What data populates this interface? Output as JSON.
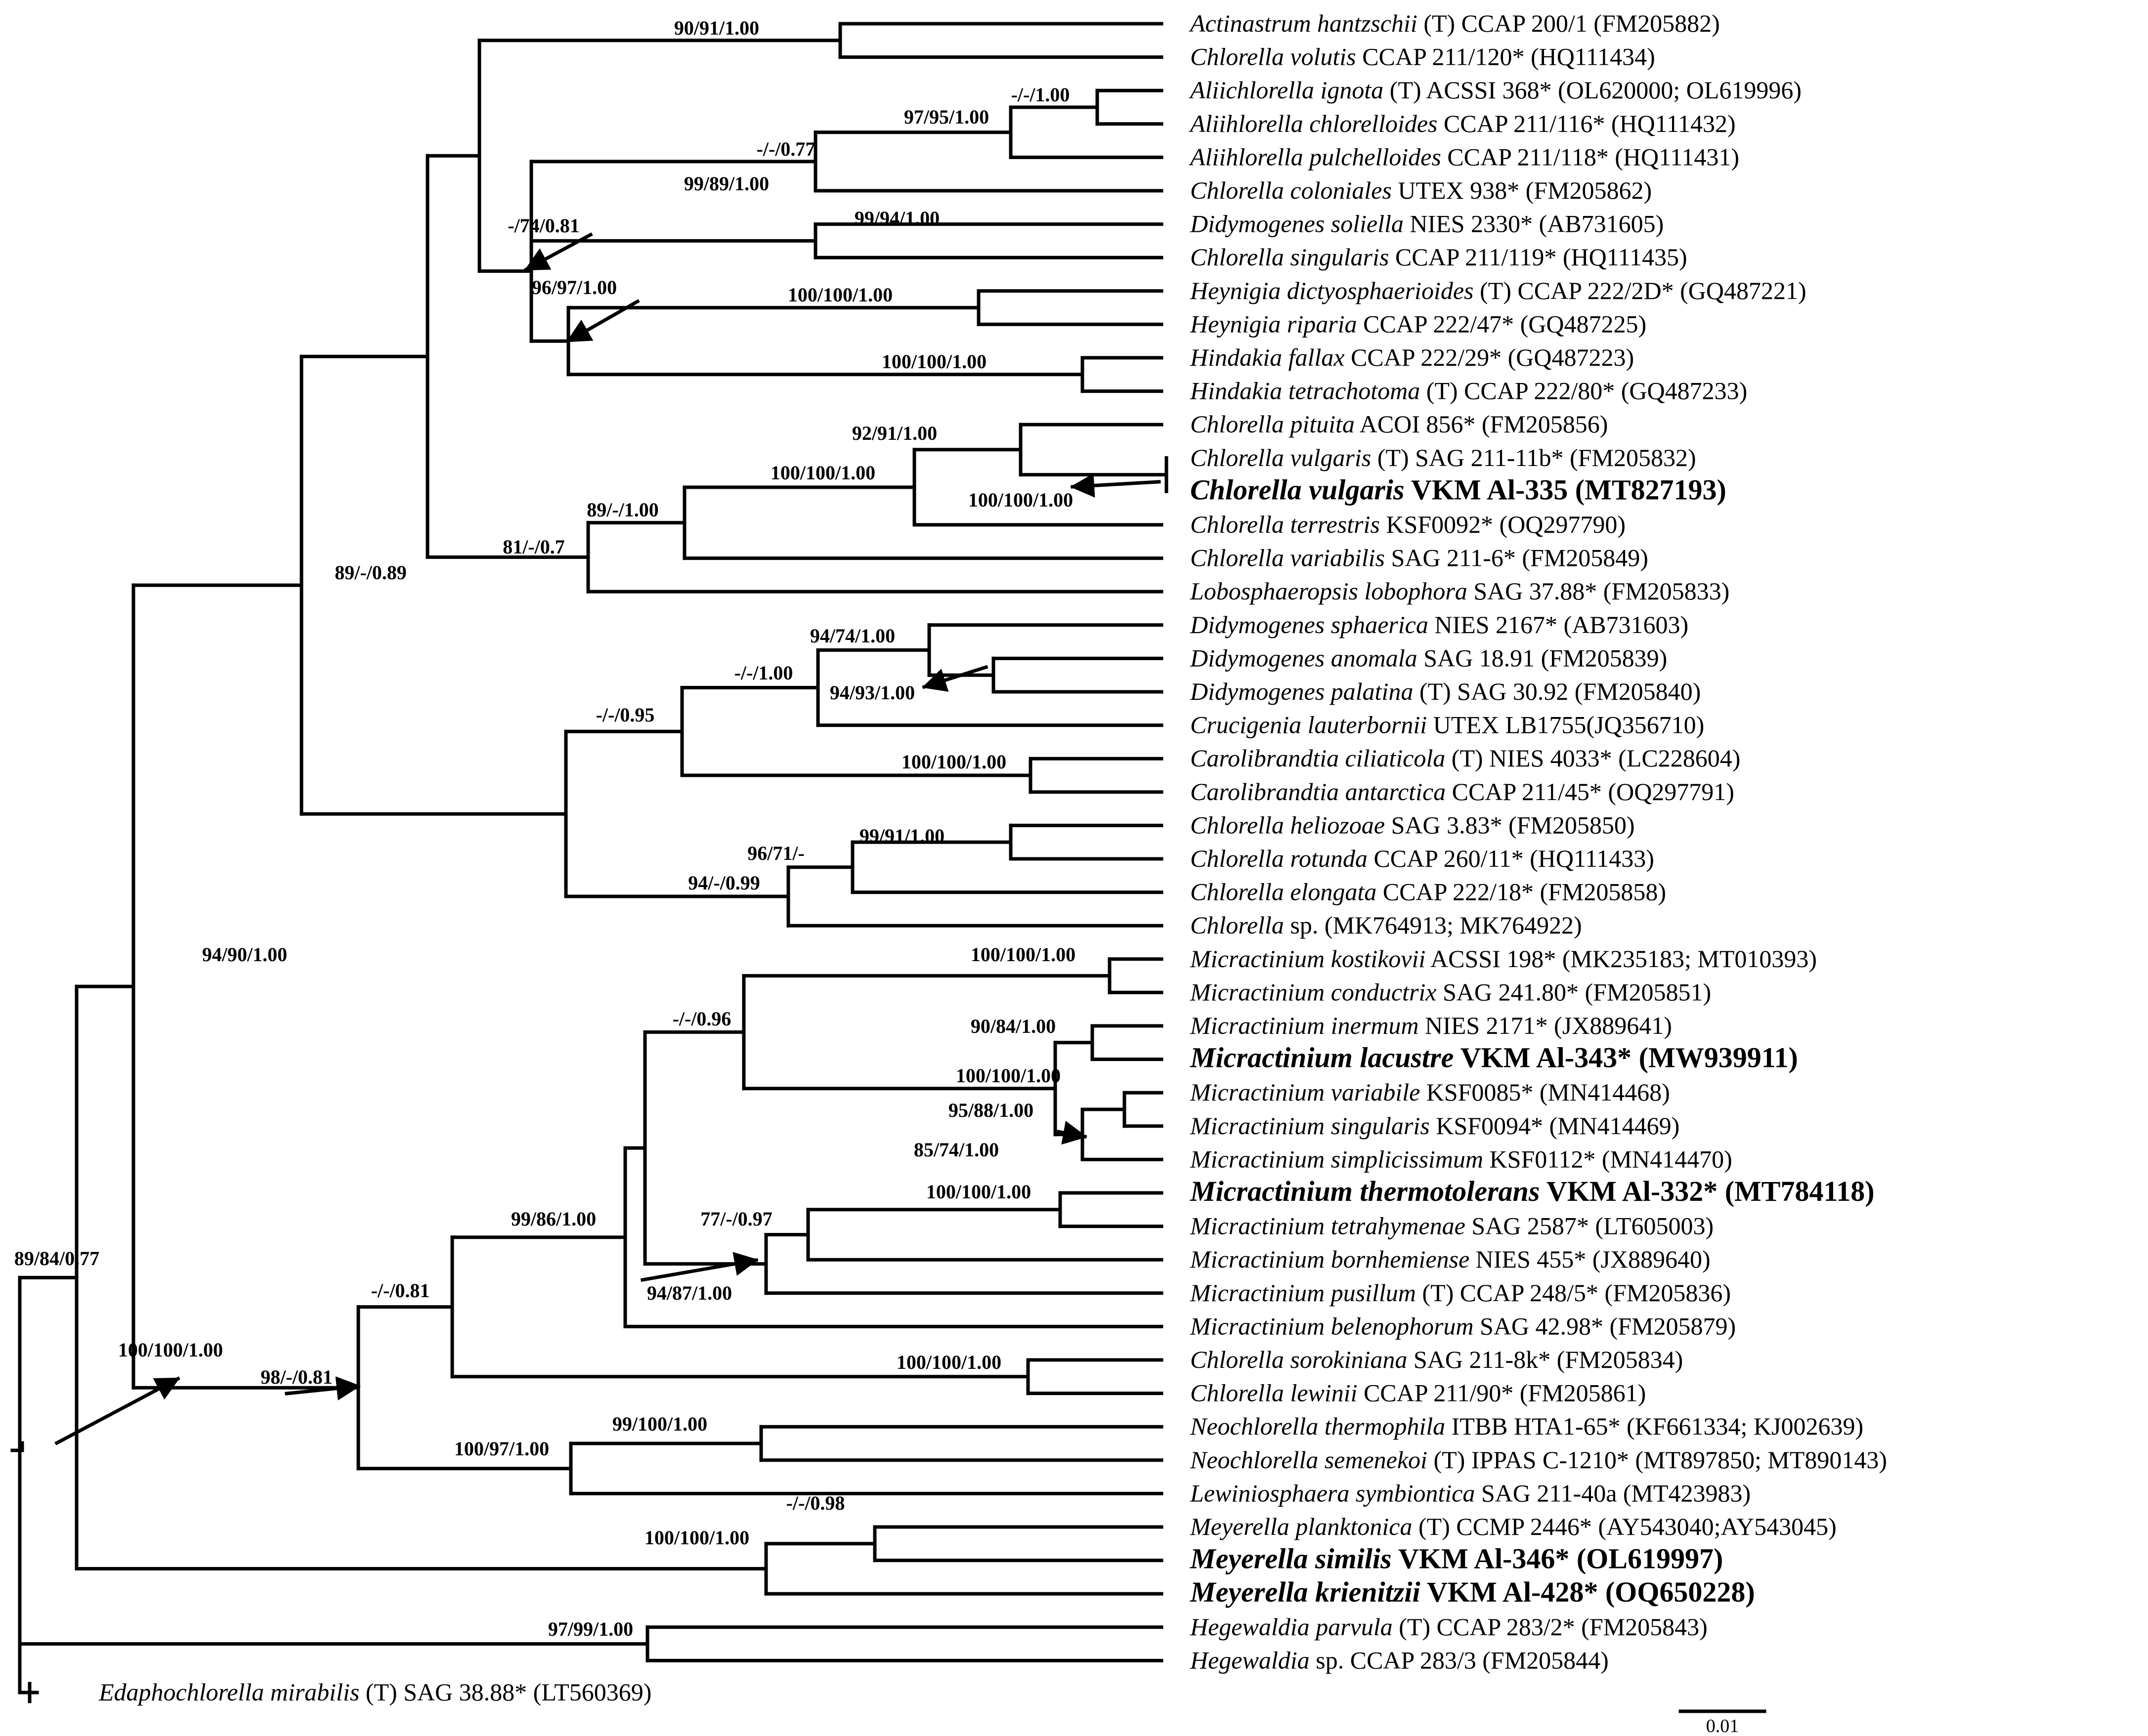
{
  "tree": {
    "leaves": [
      {
        "genus": "Actinastrum hantzschii",
        "rest": " (T) CCAP 200/1 (FM205882)",
        "hl": false
      },
      {
        "genus": "Chlorella volutis",
        "rest": " CCAP 211/120* (HQ111434)",
        "hl": false
      },
      {
        "genus": "Aliichlorella ignota",
        "rest": " (T) ACSSI 368* (OL620000; OL619996)",
        "hl": false
      },
      {
        "genus": "Aliihlorella chlorelloides",
        "rest": " CCAP 211/116* (HQ111432)",
        "hl": false
      },
      {
        "genus": "Aliihlorella pulchelloides",
        "rest": " CCAP 211/118* (HQ111431)",
        "hl": false
      },
      {
        "genus": "Chlorella coloniales",
        "rest": " UTEX 938* (FM205862)",
        "hl": false
      },
      {
        "genus": "Didymogenes soliella",
        "rest": " NIES 2330* (AB731605)",
        "hl": false
      },
      {
        "genus": "Chlorella singularis",
        "rest": " CCAP 211/119* (HQ111435)",
        "hl": false
      },
      {
        "genus": "Heynigia dictyosphaerioides",
        "rest": " (T) CCAP 222/2D* (GQ487221)",
        "hl": false
      },
      {
        "genus": "Heynigia riparia",
        "rest": " CCAP 222/47* (GQ487225)",
        "hl": false
      },
      {
        "genus": "Hindakia fallax",
        "rest": " CCAP 222/29* (GQ487223)",
        "hl": false
      },
      {
        "genus": "Hindakia tetrachotoma",
        "rest": "  (T) CCAP 222/80* (GQ487233)",
        "hl": false
      },
      {
        "genus": "Chlorella pituita",
        "rest": " ACOI 856* (FM205856)",
        "hl": false
      },
      {
        "genus": "Chlorella vulgaris",
        "rest": " (T) SAG 211-11b* (FM205832)",
        "hl": false
      },
      {
        "genus": "Chlorella vulgaris",
        "rest": " VKM Al-335 (MT827193)",
        "hl": true
      },
      {
        "genus": "Chlorella terrestris",
        "rest": " KSF0092* (OQ297790)",
        "hl": false
      },
      {
        "genus": "Chlorella variabilis",
        "rest": " SAG 211-6* (FM205849)",
        "hl": false
      },
      {
        "genus": "Lobosphaeropsis lobophora",
        "rest": " SAG 37.88* (FM205833)",
        "hl": false
      },
      {
        "genus": "Didymogenes sphaerica",
        "rest": " NIES 2167* (AB731603)",
        "hl": false
      },
      {
        "genus": "Didymogenes anomala",
        "rest": " SAG 18.91 (FM205839)",
        "hl": false
      },
      {
        "genus": "Didymogenes palatina",
        "rest": " (T) SAG 30.92 (FM205840)",
        "hl": false
      },
      {
        "genus": "Crucigenia lauterbornii",
        "rest": " UTEX LB1755(JQ356710)",
        "hl": false
      },
      {
        "genus": "Carolibrandtia ciliaticola",
        "rest": " (T) NIES 4033* (LC228604)",
        "hl": false
      },
      {
        "genus": "Carolibrandtia antarctica",
        "rest": " CCAP 211/45* (OQ297791)",
        "hl": false
      },
      {
        "genus": "Chlorella heliozoae",
        "rest": " SAG 3.83* (FM205850)",
        "hl": false
      },
      {
        "genus": "Chlorella rotunda",
        "rest": " CCAP 260/11* (HQ111433)",
        "hl": false
      },
      {
        "genus": "Chlorella elongata",
        "rest": " CCAP 222/18* (FM205858)",
        "hl": false
      },
      {
        "genus": "Chlorella",
        "rest": " sp. (MK764913; MK764922)",
        "hl": false
      },
      {
        "genus": "Micractinium kostikovii",
        "rest": "  ACSSI 198* (MK235183; MT010393)",
        "hl": false
      },
      {
        "genus": "Micractinium conductrix",
        "rest": " SAG 241.80* (FM205851)",
        "hl": false
      },
      {
        "genus": "Micractinium inermum",
        "rest": " NIES 2171* (JX889641)",
        "hl": false
      },
      {
        "genus": "Micractinium lacustre",
        "rest": " VKM Al-343* (MW939911)",
        "hl": true
      },
      {
        "genus": "Micractinium variabile",
        "rest": " KSF0085* (MN414468)",
        "hl": false
      },
      {
        "genus": "Micractinium singularis",
        "rest": " KSF0094* (MN414469)",
        "hl": false
      },
      {
        "genus": "Micractinium simplicissimum",
        "rest": " KSF0112* (MN414470)",
        "hl": false
      },
      {
        "genus": "Micractinium thermotolerans",
        "rest": " VKM Al-332*  (MT784118)",
        "hl": true
      },
      {
        "genus": "Micractinium tetrahymenae",
        "rest": " SAG 2587* (LT605003)",
        "hl": false
      },
      {
        "genus": "Micractinium bornhemiense",
        "rest": " NIES 455* (JX889640)",
        "hl": false
      },
      {
        "genus": "Micractinium pusillum",
        "rest": " (T) CCAP 248/5* (FM205836)",
        "hl": false
      },
      {
        "genus": "Micractinium belenophorum",
        "rest": " SAG 42.98* (FM205879)",
        "hl": false
      },
      {
        "genus": "Chlorella sorokiniana",
        "rest": " SAG 211-8k* (FM205834)",
        "hl": false
      },
      {
        "genus": "Chlorella lewinii",
        "rest": " CCAP 211/90* (FM205861)",
        "hl": false
      },
      {
        "genus": "Neochlorella thermophila",
        "rest": " ITBB HTA1-65* (KF661334; KJ002639)",
        "hl": false
      },
      {
        "genus": "Neochlorella semenekoi",
        "rest": " (T) IPPAS C-1210* (MT897850; MT890143)",
        "hl": false
      },
      {
        "genus": "Lewiniosphaera symbiontica",
        "rest": " SAG 211-40a (MT423983)",
        "hl": false
      },
      {
        "genus": "Meyerella planktonica",
        "rest": " (T) CCMP 2446* (AY543040;AY543045)",
        "hl": false
      },
      {
        "genus": "Meyerella similis",
        "rest": " VKM Al-346* (OL619997)",
        "hl": true
      },
      {
        "genus": "Meyerella krienitzii",
        "rest": " VKM Al-428* (OQ650228)",
        "hl": true
      },
      {
        "genus": "Hegewaldia parvula",
        "rest": " (T) CCAP 283/2* (FM205843)",
        "hl": false
      },
      {
        "genus": "Hegewaldia",
        "rest": " sp. CCAP 283/3 (FM205844)",
        "hl": false
      }
    ],
    "outgroup": {
      "genus": "Edaphochlorella mirabilis",
      "rest": " (T) SAG 38.88* (LT560369)",
      "hl": false
    },
    "support_labels": [
      "90/91/1.00",
      "-/-/1.00",
      "97/95/1.00",
      "-/-/0.77",
      "99/89/1.00",
      "99/94/1.00",
      "-/74/0.81",
      "96/97/1.00",
      "100/100/1.00",
      "100/100/1.00",
      "92/91/1.00",
      "100/100/1.00",
      "100/100/1.00",
      "89/-/1.00",
      "81/-/0.7",
      "89/-/0.89",
      "94/74/1.00",
      "94/93/1.00",
      "-/-/1.00",
      "-/-/0.95",
      "100/100/1.00",
      "99/91/1.00",
      "96/71/-",
      "94/-/0.99",
      "94/90/1.00",
      "100/100/1.00",
      "90/84/1.00",
      "100/100/1.00",
      "95/88/1.00",
      "85/74/1.00",
      "-/-/0.96",
      "100/100/1.00",
      "77/-/0.97",
      "94/87/1.00",
      "99/86/1.00",
      "100/100/1.00",
      "-/-/0.81",
      "98/-/0.81",
      "99/100/1.00",
      "100/97/1.00",
      "-/-/0.98",
      "100/100/1.00",
      "97/99/1.00",
      "89/84/0.77",
      "100/100/1.00"
    ],
    "scale_bar": "0.01"
  }
}
